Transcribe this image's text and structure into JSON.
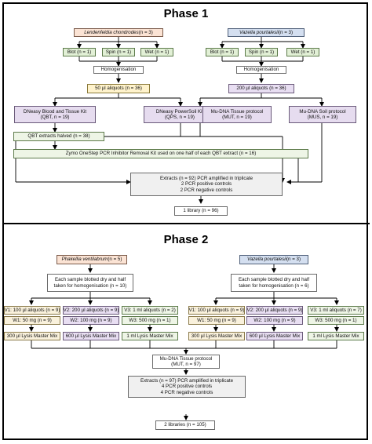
{
  "phase1": {
    "title": "Phase 1",
    "species_left": {
      "name": "Lendenfeldia chondrodes",
      "n": " (n = 3)"
    },
    "species_right": {
      "name": "Vazella pourtalesii",
      "n": " (n = 3)"
    },
    "methods_left": [
      "Blot (n = 1)",
      "Spin (n = 1)",
      "Wet (n = 1)"
    ],
    "methods_right": [
      "Blot (n = 1)",
      "Spin (n = 1)",
      "Wet (n = 1)"
    ],
    "homogenisation": "Homogenisation",
    "aliquots_left": "50 µl aliquots (n = 36)",
    "aliquots_right": "200 µl aliquots (n = 36)",
    "kits": [
      {
        "line1": "DNeasy Blood and Tissue Kit",
        "line2": "(QBT, n = 19)"
      },
      {
        "line1": "DNeasy PowerSoil Kit",
        "line2": "(QPS, n = 19)"
      },
      {
        "line1": "Mu-DNA Tissue protocol",
        "line2": "(MUT, n = 19)"
      },
      {
        "line1": "Mu-DNA Soil protocol",
        "line2": "(MUS, n = 19)"
      }
    ],
    "qbt_halved": "QBT extracts halved (n = 38)",
    "zymo": "Zymo OneStep PCR Inhibitor Removal Kit used on one half of each QBT extract (n = 16)",
    "extracts": [
      "Extracts (n = 92) PCR amplified in triplicate",
      "2 PCR positive controls",
      "2 PCR negative controls"
    ],
    "library": "1 library (n = 96)"
  },
  "phase2": {
    "title": "Phase 2",
    "species_left": {
      "name": "Phakellia ventilabrum",
      "n": " (n = 5)"
    },
    "species_right": {
      "name": "Vazella pourtalesii",
      "n": " (n = 3)"
    },
    "blot_left": [
      "Each sample blotted dry and half",
      "taken for homogenisation (n = 10)"
    ],
    "blot_right": [
      "Each sample blotted dry and half",
      "taken for homogenisation (n = 6)"
    ],
    "vol_left": [
      "V1: 100 µl aliquots (n = 9)",
      "V2: 200 µl aliquots (n = 9)",
      "V3: 1 ml aliquots (n = 2)"
    ],
    "vol_right": [
      "V1: 100 µl aliquots (n = 9)",
      "V2: 200 µl aliquots (n = 9)",
      "V3: 1 ml aliquots (n = 7)"
    ],
    "wt_left": [
      "W1: 50 mg (n = 9)",
      "W2: 100 mg (n = 9)",
      "W3: 500 mg (n = 1)"
    ],
    "wt_right": [
      "W1: 50 mg (n = 9)",
      "W2: 100 mg (n = 9)",
      "W3: 500 mg (n = 1)"
    ],
    "lysis": [
      "300 µl Lysis Master Mix",
      "600 µl Lysis Master Mix",
      "1 ml Lysis Master Mix"
    ],
    "mudna": [
      "Mu-DNA Tissue protocol",
      "(MUT, n = 97)"
    ],
    "extracts": [
      "Extracts (n = 97) PCR amplified in triplicate",
      "4 PCR positive controls",
      "4 PCR negative controls"
    ],
    "libraries": "2 libraries (n = 105)"
  }
}
